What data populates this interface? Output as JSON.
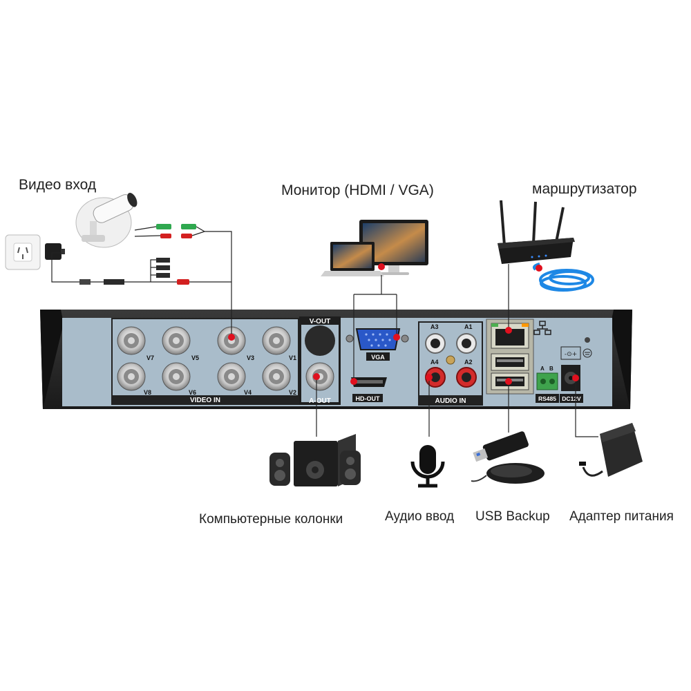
{
  "callouts": {
    "video_in": "Видео вход",
    "monitor": "Монитор (HDMI / VGA)",
    "router": "маршрутизатор",
    "speakers": "Компьютерные колонки",
    "audio_in": "Аудио ввод",
    "usb_backup": "USB Backup",
    "power_adapter": "Адаптер питания"
  },
  "panel": {
    "video_section": "VIDEO IN",
    "vout": "V-OUT",
    "aout": "A-OUT",
    "vga": "VGA",
    "hdout": "HD-OUT",
    "audio_section": "AUDIO IN",
    "rs485": "RS485",
    "dc12v": "DC12V",
    "rs485_a": "A",
    "rs485_b": "B",
    "video_ports": [
      "V7",
      "V5",
      "V3",
      "V1",
      "V8",
      "V6",
      "V4",
      "V2"
    ],
    "audio_ports": [
      "A3",
      "A1",
      "A4",
      "A2"
    ]
  },
  "colors": {
    "panel_bg": "#a9bcca",
    "chassis": "#2b2b2b",
    "marker": "#e0101e",
    "wire": "#222222"
  },
  "icons": {
    "camera": "cctv-camera-icon",
    "socket": "wall-socket-icon",
    "monitor": "monitor-laptop-icon",
    "router": "wifi-router-icon",
    "speakers": "speakers-icon",
    "microphone": "microphone-icon",
    "usb": "usb-drive-mouse-icon",
    "adapter": "power-adapter-icon"
  }
}
